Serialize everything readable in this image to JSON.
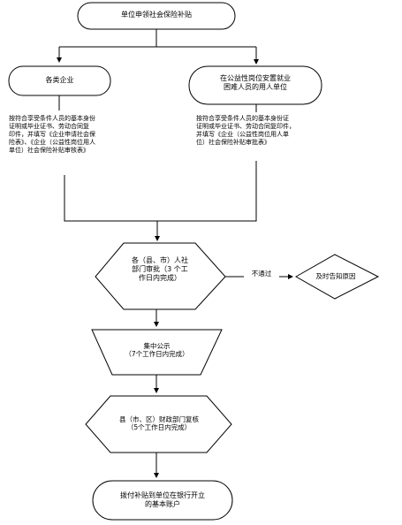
{
  "flow": {
    "start": "单位申领社会保险补贴",
    "branch_left": "各类企业",
    "branch_right": "在公益性岗位安置就业\n困难人员的用人单位",
    "left_docs": "按符合享受条件人员的基本身份\n证明或毕业证书、劳动合同复\n印件，并填写《企业申请社会保\n险表》、《企业（公益性岗位用人\n单位）社会保险补贴审核表》",
    "right_docs": "按符合享受条件人员的基本身份证\n证明或毕业证书、劳动合同复印件，\n并填写《企业（公益性岗位用人单\n位）社会保险补贴审批表》",
    "review": "各（县、市）人社\n部门审批（3 个工\n作日内完成）",
    "reject_label": "不通过",
    "reject_action": "及时告知原因",
    "publicity": "集中公示\n（7个工作日内完成）",
    "finance": "县（市、区）财政部门复核\n（5个工作日内完成）",
    "payment": "拨付补贴到单位在银行开立\n的基本账户"
  }
}
